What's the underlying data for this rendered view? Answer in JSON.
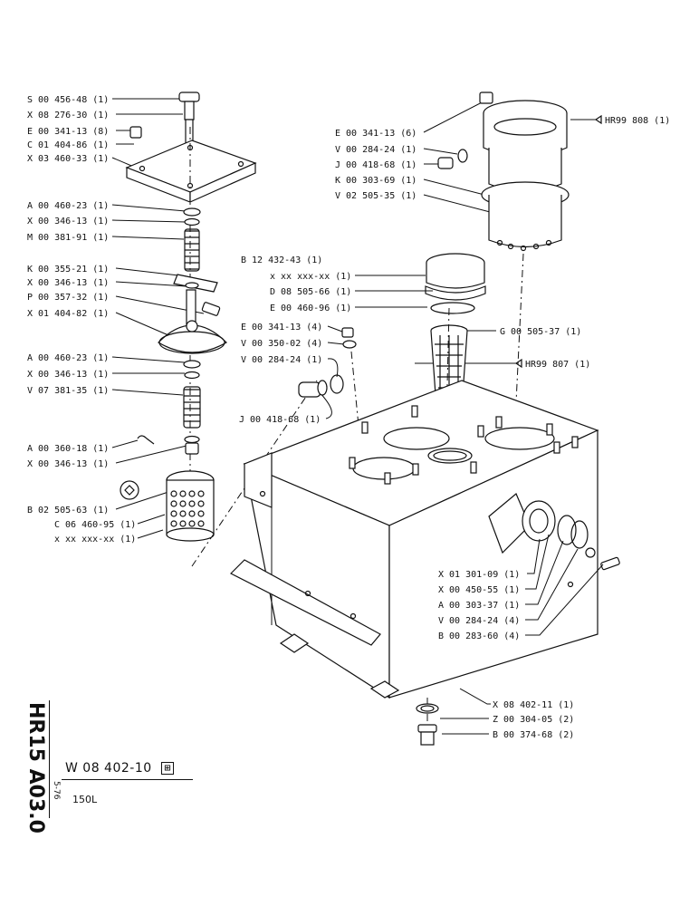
{
  "drawing": {
    "code": "W 08 402-10",
    "code_symbol": "⊞",
    "caption": "150L",
    "sheet_id": "HR15 A03.0",
    "date": "5-76"
  },
  "labels_left": [
    "S 00 456-48 (1)",
    "X 08 276-30 (1)",
    "E 00 341-13 (8)",
    "C 01 404-86 (1)",
    "X 03 460-33 (1)",
    "A 00 460-23 (1)",
    "X 00 346-13 (1)",
    "M 00 381-91 (1)",
    "K 00 355-21 (1)",
    "X 00 346-13 (1)",
    "P 00 357-32 (1)",
    "X 01 404-82 (1)",
    "A 00 460-23 (1)",
    "X 00 346-13 (1)",
    "V 07 381-35 (1)",
    "A 00 360-18 (1)",
    "X 00 346-13 (1)",
    "B 02 505-63 (1)",
    "C 06 460-95 (1)",
    "x xx xxx-xx (1)"
  ],
  "labels_top_right": [
    "E 00 341-13 (6)",
    "V 00 284-24 (1)",
    "J 00 418-68 (1)",
    "K 00 303-69 (1)",
    "V 02 505-35 (1)"
  ],
  "ref_hr99_808": "HR99 808 (1)",
  "labels_middle": [
    "B 12 432-43 (1)",
    "x xx xxx-xx (1)",
    "D 08 505-66 (1)",
    "E 00 460-96 (1)"
  ],
  "labels_center_left": [
    "E 00 341-13 (4)",
    "V 00 350-02 (4)",
    "V 00 284-24 (1)",
    "J 00 418-68 (1)"
  ],
  "label_g": "G 00 505-37 (1)",
  "ref_hr99_807": "HR99 807 (1)",
  "labels_right_bottom": [
    "X 01 301-09 (1)",
    "X 00 450-55 (1)",
    "A 00 303-37 (1)",
    "V 00 284-24 (4)",
    "B 00 283-60 (4)"
  ],
  "labels_bottom": [
    "X 08 402-11 (1)",
    "Z 00 304-05 (2)",
    "B 00 374-68 (2)"
  ]
}
